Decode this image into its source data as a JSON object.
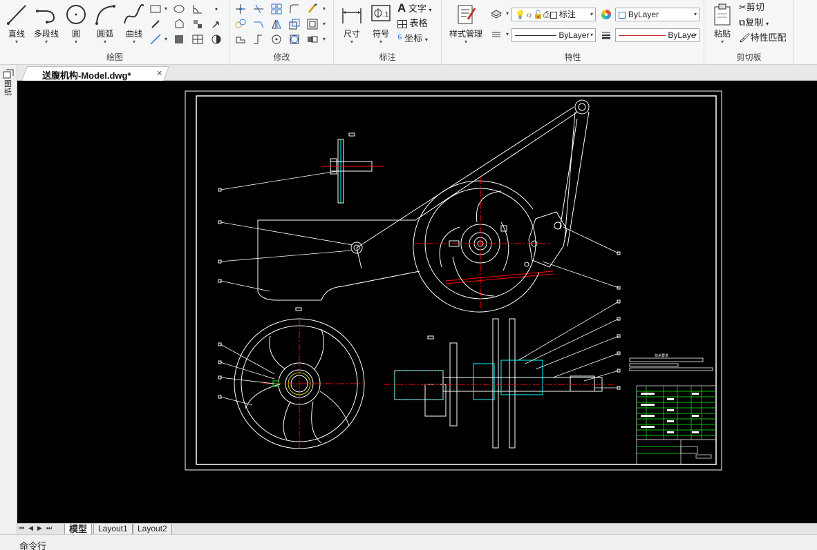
{
  "ribbon": {
    "draw": {
      "title": "绘图",
      "line": "直线",
      "polyline": "多段线",
      "circle": "圆",
      "arc": "圆弧",
      "spline": "曲线"
    },
    "modify": {
      "title": "修改"
    },
    "annotate": {
      "title": "标注",
      "dimension": "尺寸",
      "symbol": "符号",
      "text": "文字",
      "table": "表格",
      "coordinate": "坐标"
    },
    "properties": {
      "title": "特性",
      "style_manager": "样式管理",
      "layer_combo": "标注",
      "color_combo": "ByLayer",
      "linetype_combo": "ByLayer",
      "lineweight_combo": "ByLaye"
    },
    "clipboard": {
      "title": "剪切板",
      "paste": "粘贴",
      "cut": "剪切",
      "copy": "复制",
      "match_properties": "特性匹配"
    }
  },
  "left_strip": {
    "label": "图纸"
  },
  "document_tab": {
    "label": "送腹机构-Model.dwg*",
    "close": "×"
  },
  "layout_tabs": [
    {
      "label": "模型"
    },
    {
      "label": "Layout1"
    },
    {
      "label": "Layout2"
    }
  ],
  "nav_arrows": "⏮◀▶⏭",
  "command_line": {
    "label": "命令行"
  },
  "drawing": {
    "title_block_heading": "技术要求"
  },
  "colors": {
    "canvas_bg": "#000000",
    "line_white": "#ffffff",
    "center_red": "#ff0000",
    "hatch_cyan": "#00ffff",
    "table_green": "#00ff00",
    "accent_blue": "#1e6fd9"
  }
}
